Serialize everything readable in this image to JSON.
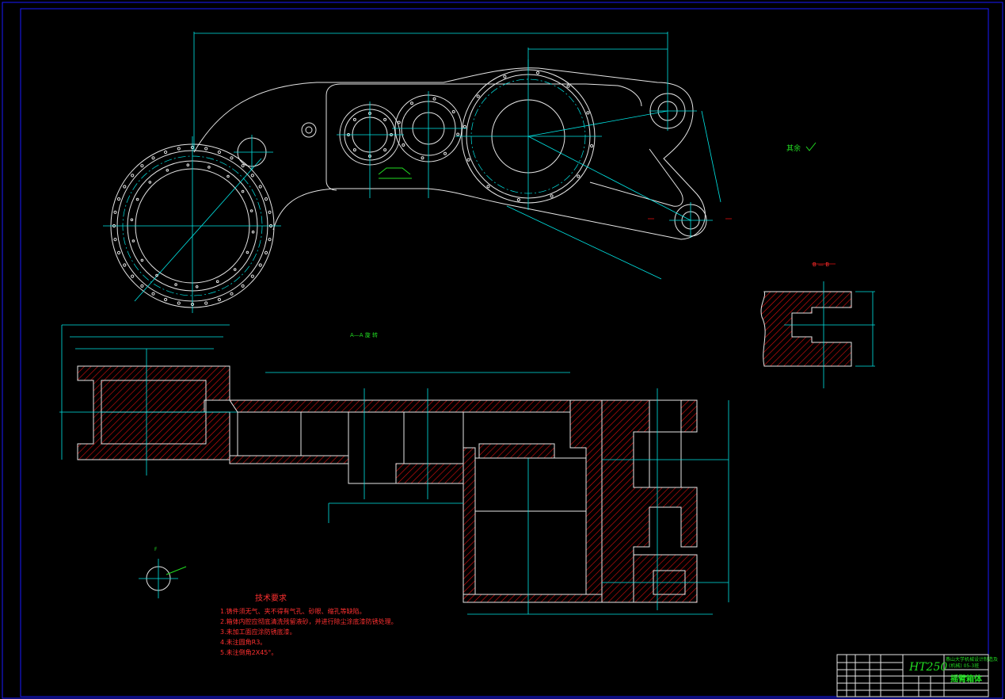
{
  "drawing": {
    "section_label_aa": "A—A 旋 转",
    "section_label_bb": "B — B",
    "view_label_f": "F",
    "material": "HT250",
    "part_name": "摇臂箱体",
    "institution_line1": "燕山大学机械设计制造及",
    "institution_line2": "(机械) 05-3班",
    "surface_note": "其余"
  },
  "tech_requirements": {
    "title": "技术要求",
    "items": [
      "1.铸件须无气、夹不得有气孔、砂眼、缩孔等缺陷。",
      "2.箱体内腔应彻底清洗残留液砂，并进行除尘涂底漆防锈处理。",
      "3.未加工面应涂防锈底漆。",
      "4.未注圆角R3。",
      "5.未注倒角2X45°。"
    ]
  },
  "colors": {
    "background": "#000000",
    "frame": "#1a1aff",
    "outline": "#e6e6e6",
    "centerline": "#00e5e5",
    "dimension": "#22dd22",
    "hatch": "#e01010"
  }
}
